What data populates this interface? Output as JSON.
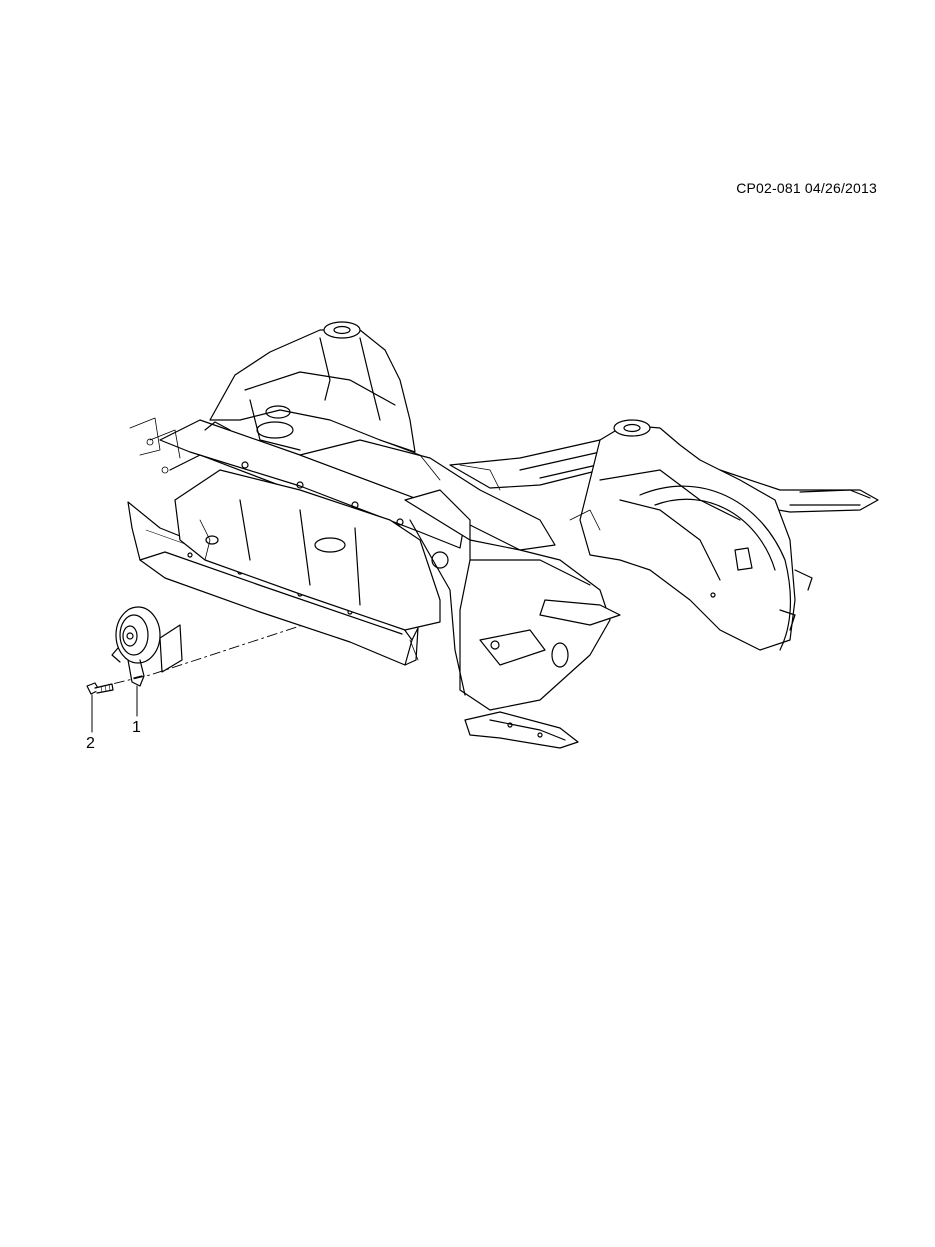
{
  "diagram": {
    "code": "CP02-081 04/26/2013",
    "callouts": [
      {
        "label": "1",
        "part": "horn"
      },
      {
        "label": "2",
        "part": "bolt"
      }
    ]
  }
}
